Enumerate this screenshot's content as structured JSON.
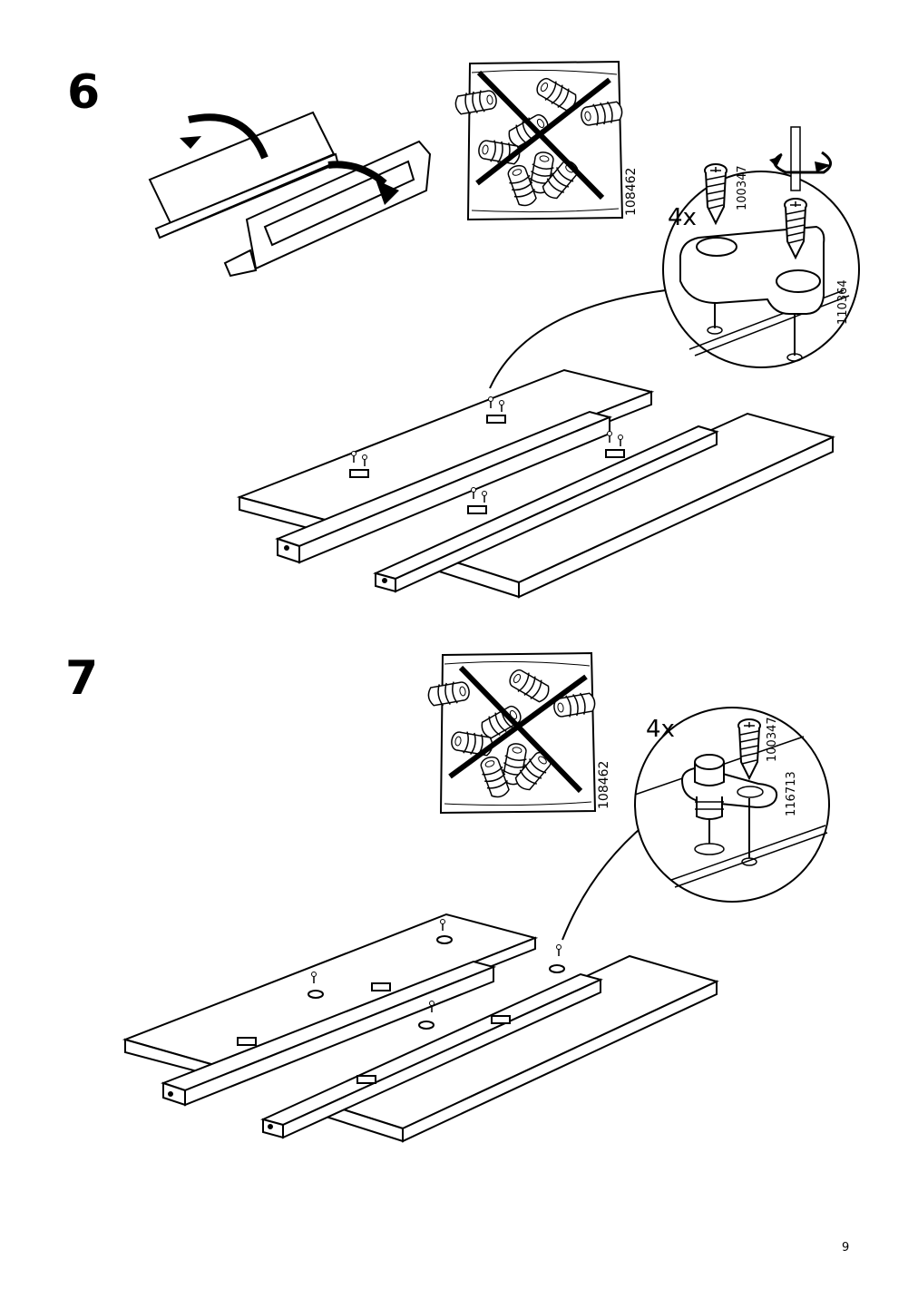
{
  "step6": {
    "number": "6",
    "bag_code": "108462",
    "quantity": "4x",
    "screw_code": "100347",
    "bracket_code": "110364"
  },
  "step7": {
    "number": "7",
    "bag_code": "108462",
    "quantity": "4x",
    "screw_code": "100347",
    "glide_code": "116713"
  },
  "page_number": "9"
}
